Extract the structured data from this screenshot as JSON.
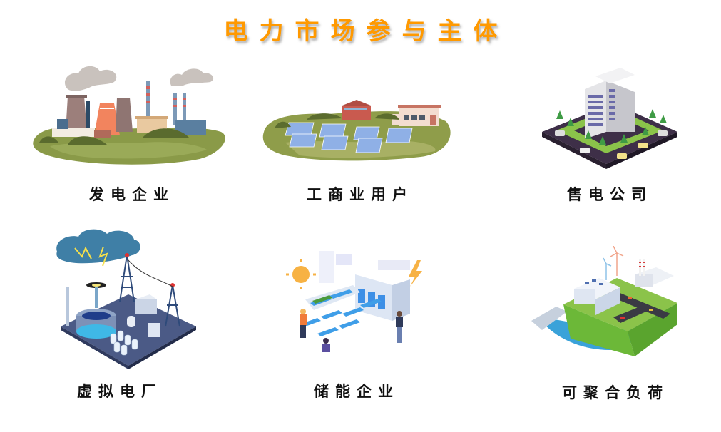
{
  "title": "电力市场参与主体",
  "colors": {
    "title": "#FF9900",
    "label": "#111111"
  },
  "participants": [
    {
      "label": "发电企业",
      "icon": "power-plant-illustration"
    },
    {
      "label": "工商业用户",
      "icon": "solar-farm-factory-illustration"
    },
    {
      "label": "售电公司",
      "icon": "office-building-illustration"
    },
    {
      "label": "虚拟电厂",
      "icon": "virtual-power-plant-illustration"
    },
    {
      "label": "储能企业",
      "icon": "energy-storage-illustration"
    },
    {
      "label": "可聚合负荷",
      "icon": "aggregated-load-illustration"
    }
  ]
}
